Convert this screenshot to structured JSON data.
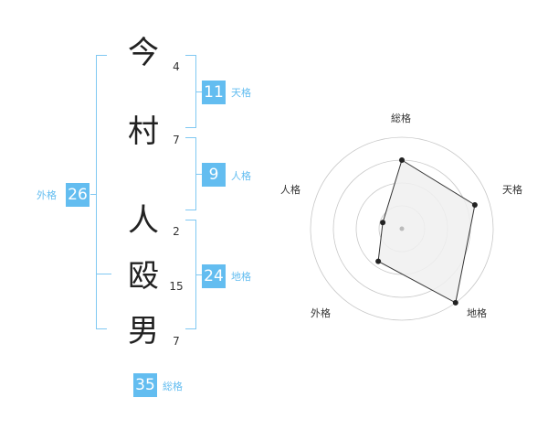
{
  "name": {
    "characters": [
      {
        "char": "今",
        "strokes": "4"
      },
      {
        "char": "村",
        "strokes": "7"
      },
      {
        "char": "人",
        "strokes": "2"
      },
      {
        "char": "殴",
        "strokes": "15"
      },
      {
        "char": "男",
        "strokes": "7"
      }
    ]
  },
  "fortunes": {
    "tenkaku": {
      "value": "11",
      "label": "天格"
    },
    "jinkaku": {
      "value": "9",
      "label": "人格"
    },
    "chikaku": {
      "value": "24",
      "label": "地格"
    },
    "gaikaku": {
      "value": "26",
      "label": "外格"
    },
    "soukaku": {
      "value": "35",
      "label": "総格"
    }
  },
  "chart_data": {
    "type": "radar",
    "axes": [
      "総格",
      "天格",
      "地格",
      "外格",
      "人格"
    ],
    "values": [
      0.75,
      0.84,
      1.0,
      0.44,
      0.22
    ],
    "range": [
      0,
      1
    ],
    "rings": 4,
    "colors": {
      "fill": "#f0f0f0",
      "line": "#333333",
      "ring": "#c8c8c8",
      "point": "#222222"
    }
  },
  "colors": {
    "accent": "#63bdf0",
    "bracket": "#80c8f2"
  }
}
